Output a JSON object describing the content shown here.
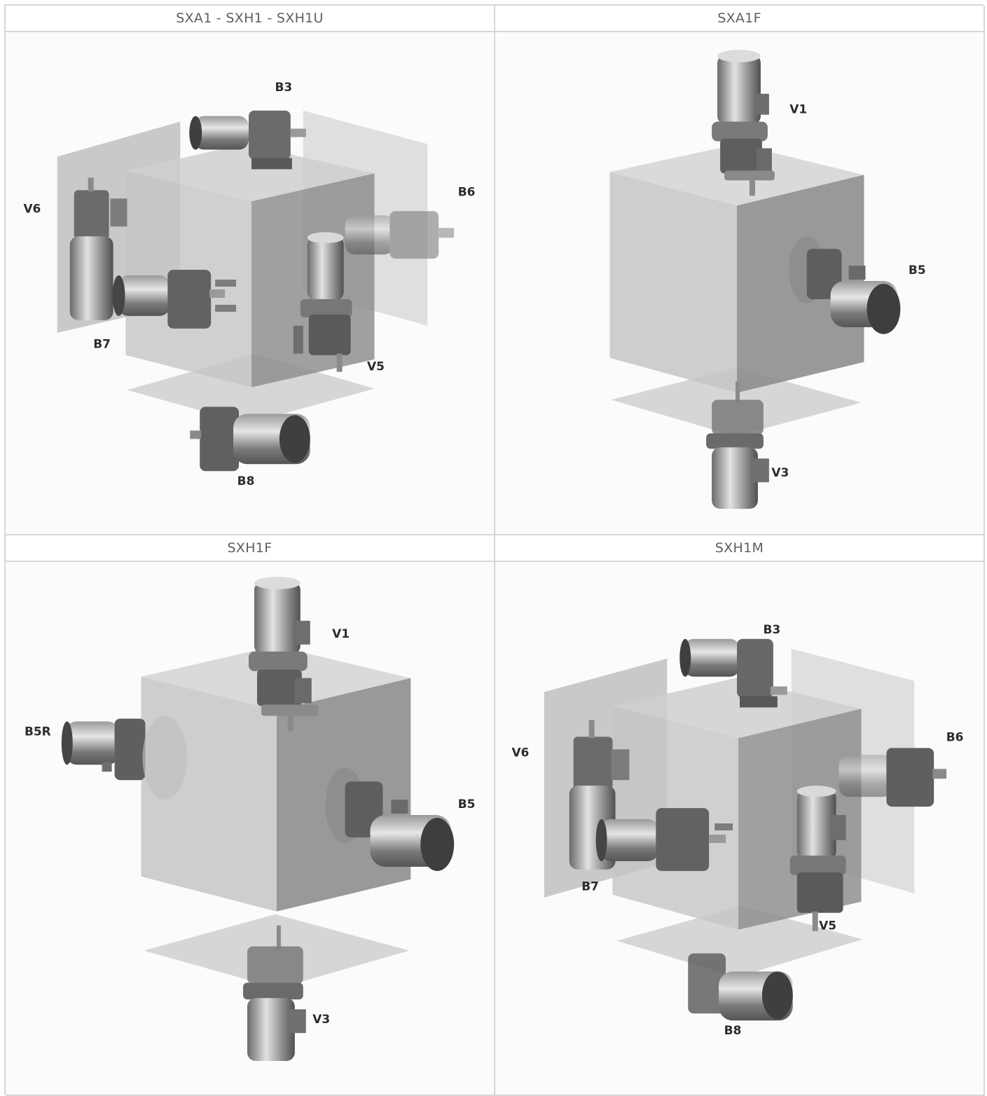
{
  "panels": [
    {
      "title": "SXA1 - SXH1 - SXH1U",
      "labels": {
        "b3": "B3",
        "b6": "B6",
        "v6": "V6",
        "b7": "B7",
        "v5": "V5",
        "b8": "B8"
      }
    },
    {
      "title": "SXA1F",
      "labels": {
        "v1": "V1",
        "b5": "B5",
        "v3": "V3"
      }
    },
    {
      "title": "SXH1F",
      "labels": {
        "v1": "V1",
        "b5r": "B5R",
        "b5": "B5",
        "v3": "V3"
      }
    },
    {
      "title": "SXH1M",
      "labels": {
        "b3": "B3",
        "b6": "B6",
        "v6": "V6",
        "b7": "B7",
        "v5": "V5",
        "b8": "B8"
      }
    }
  ],
  "colors": {
    "border": "#d7d7d7",
    "title_text": "#5f5f5f",
    "label_text": "#2c2c2c"
  }
}
